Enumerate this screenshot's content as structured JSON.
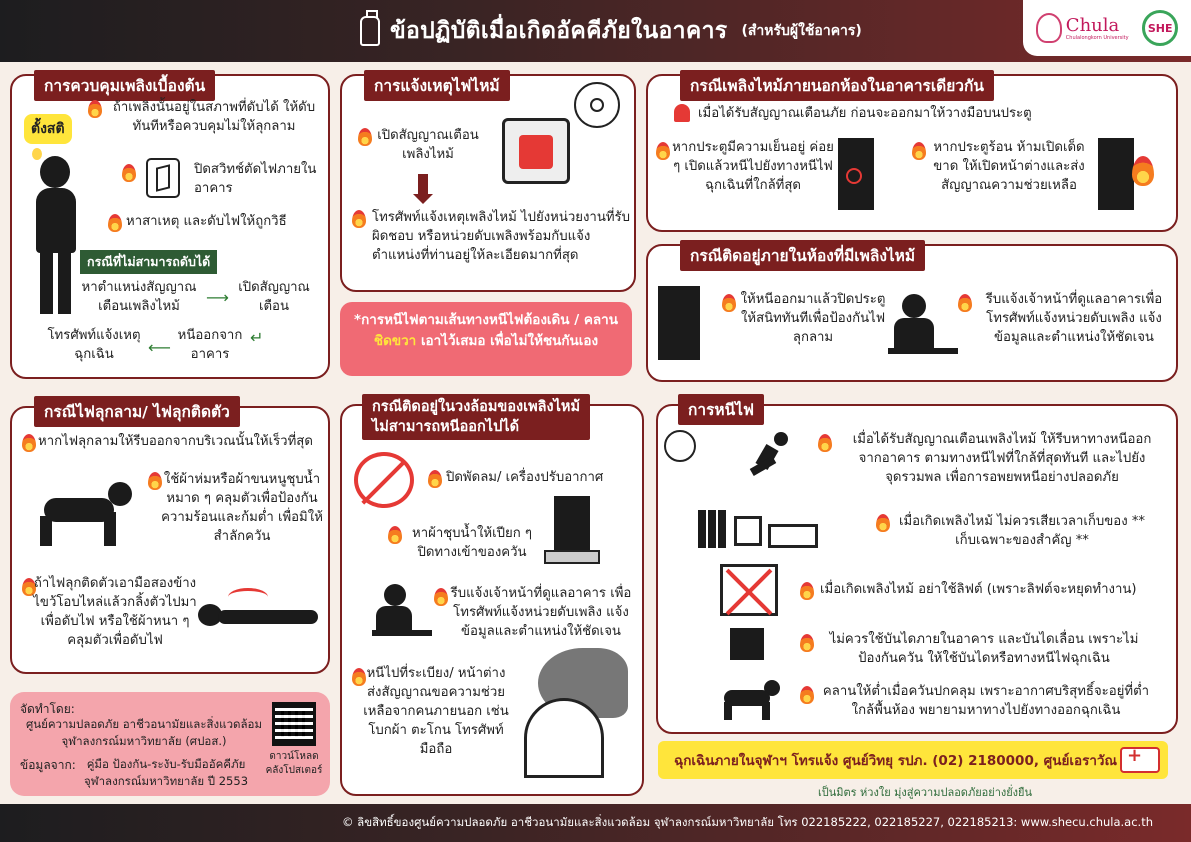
{
  "header": {
    "title": "ข้อปฏิบัติเมื่อเกิดอัคคีภัยในอาคาร",
    "subtitle": "(สำหรับผู้ใช้อาคาร)",
    "logo_text": "Chula",
    "logo_subtext": "Chulalongkorn University",
    "she_logo_text": "SHE"
  },
  "basic_control": {
    "title": "การควบคุมเพลิงเบื้องต้น",
    "chip": "ตั้งสติ",
    "item1": "ถ้าเพลิงนั้นอยู่ในสภาพที่ดับได้ ให้ดับทันทีหรือควบคุมไม่ให้ลุกลาม",
    "item2": "ปิดสวิทช์ตัดไฟภายในอาคาร",
    "item3": "หาสาเหตุ และดับไฟให้ถูกวิธี",
    "cannot_label": "กรณีที่ไม่สามารถดับได้",
    "step1": "หาตำแหน่งสัญญาณเตือนเพลิงไหม้",
    "step2": "เปิดสัญญาณเตือน",
    "step3": "หนีออกจากอาคาร",
    "step4": "โทรศัพท์แจ้งเหตุฉุกเฉิน"
  },
  "report_fire": {
    "title": "การแจ้งเหตุไฟไหม้",
    "item1": "เปิดสัญญาณเตือนเพลิงไหม้",
    "item2": "โทรศัพท์แจ้งเหตุเพลิงไหม้ ไปยังหน่วยงานที่รับผิดชอบ หรือหน่วยดับเพลิงพร้อมกับแจ้งตำแหน่งที่ท่านอยู่ให้ละเอียดมากที่สุด"
  },
  "escape_note": {
    "line1": "*การหนีไฟตามเส้นทางหนีไฟต้องเดิน / คลาน",
    "highlight": "ชิดขวา",
    "line2": "เอาไว้เสมอ เพื่อไม่ให้ชนกันเอง"
  },
  "outside_room": {
    "title": "กรณีเพลิงไหม้ภายนอกห้องในอาคารเดียวกัน",
    "intro": "เมื่อได้รับสัญญาณเตือนภัย ก่อนจะออกมาให้วางมือบนประตู",
    "cool": "หากประตูมีความเย็นอยู่ ค่อย ๆ เปิดแล้วหนีไปยังทางหนีไฟฉุกเฉินที่ใกล้ที่สุด",
    "hot": "หากประตูร้อน ห้ามเปิดเด็ดขาด ให้เปิดหน้าต่างและส่งสัญญาณความช่วยเหลือ"
  },
  "inside_room": {
    "title": "กรณีติดอยู่ภายในห้องที่มีเพลิงไหม้",
    "item1": "ให้หนีออกมาแล้วปิดประตูให้สนิททันทีเพื่อป้องกันไฟลุกลาม",
    "item2": "รีบแจ้งเจ้าหน้าที่ดูแลอาคารเพื่อโทรศัพท์แจ้งหน่วยดับเพลิง แจ้งข้อมูลและตำแหน่งให้ชัดเจน"
  },
  "on_body": {
    "title": "กรณีไฟลุกลาม/ ไฟลุกติดตัว",
    "item1": "หากไฟลุกลามให้รีบออกจากบริเวณนั้นให้เร็วที่สุด",
    "item2": "ใช้ผ้าห่มหรือผ้าขนหนูชุบน้ำหมาด ๆ คลุมตัวเพื่อป้องกันความร้อนและก้มต่ำ เพื่อมิให้สำลักควัน",
    "item3": "ถ้าไฟลุกติดตัวเอามือสองข้างไขว้โอบไหล่แล้วกลิ้งตัวไปมา เพื่อดับไฟ หรือใช้ผ้าหนา ๆ คลุมตัวเพื่อดับไฟ"
  },
  "surrounded": {
    "title_line1": "กรณีติดอยู่ในวงล้อมของเพลิงไหม้",
    "title_line2": "ไม่สามารถหนีออกไปได้",
    "item1": "ปิดพัดลม/ เครื่องปรับอากาศ",
    "item2": "หาผ้าชุบน้ำให้เปียก ๆ ปิดทางเข้าของควัน",
    "item3": "รีบแจ้งเจ้าหน้าที่ดูแลอาคาร เพื่อโทรศัพท์แจ้งหน่วยดับเพลิง แจ้งข้อมูลและตำแหน่งให้ชัดเจน",
    "item4": "หนีไปที่ระเบียง/ หน้าต่าง ส่งสัญญาณขอความช่วยเหลือจากคนภายนอก เช่น โบกผ้า ตะโกน โทรศัพท์มือถือ"
  },
  "evacuate": {
    "title": "การหนีไฟ",
    "item1": "เมื่อได้รับสัญญาณเตือนเพลิงไหม้ ให้รีบหาทางหนีออกจากอาคาร ตามทางหนีไฟที่ใกล้ที่สุดทันที และไปยังจุดรวมพล เพื่อการอพยพหนีอย่างปลอดภัย",
    "item2": "เมื่อเกิดเพลิงไหม้ ไม่ควรเสียเวลาเก็บของ ** เก็บเฉพาะของสำคัญ **",
    "item3": "เมื่อเกิดเพลิงไหม้ อย่าใช้ลิฟต์ (เพราะลิฟต์จะหยุดทำงาน)",
    "item4": "ไม่ควรใช้บันไดภายในอาคาร และบันไดเลื่อน เพราะไม่ป้องกันควัน ให้ใช้บันไดหรือทางหนีไฟฉุกเฉิน",
    "item5": "คลานให้ต่ำเมื่อควันปกคลุม เพราะอากาศบริสุทธิ์จะอยู่ที่ต่ำใกล้พื้นห้อง พยายามหาทางไปยังทางออกฉุกเฉิน"
  },
  "credits": {
    "made_by_label": "จัดทำโดย:",
    "made_by": "ศูนย์ความปลอดภัย อาชีวอนามัยและสิ่งแวดล้อม จุฬาลงกรณ์มหาวิทยาลัย (ศปอส.)",
    "source_label": "ข้อมูลจาก:",
    "source": "คู่มือ ป้องกัน-ระงับ-รับมืออัคคีภัย จุฬาลงกรณ์มหาวิทยาลัย ปี 2553",
    "qr_caption": "ดาวน์โหลดคลังโปสเตอร์"
  },
  "emergency": {
    "text": "ฉุกเฉินภายในจุฬาฯ โทรแจ้ง ศูนย์วิทยุ รปภ. (02) 2180000, ศูนย์เอราวัณ 1669"
  },
  "motto": "เป็นมิตร ห่วงใย มุ่งสู่ความปลอดภัยอย่างยั่งยืน",
  "footer": "© ลิขสิทธิ์ของศูนย์ความปลอดภัย อาชีวอนามัยและสิ่งแวดล้อม จุฬาลงกรณ์มหาวิทยาลัย โทร 022185222, 022185227, 022185213: www.shecu.chula.ac.th",
  "colors": {
    "brand": "#7b1f1f",
    "accent": "#ffe53b",
    "pink": "#f06a74"
  }
}
